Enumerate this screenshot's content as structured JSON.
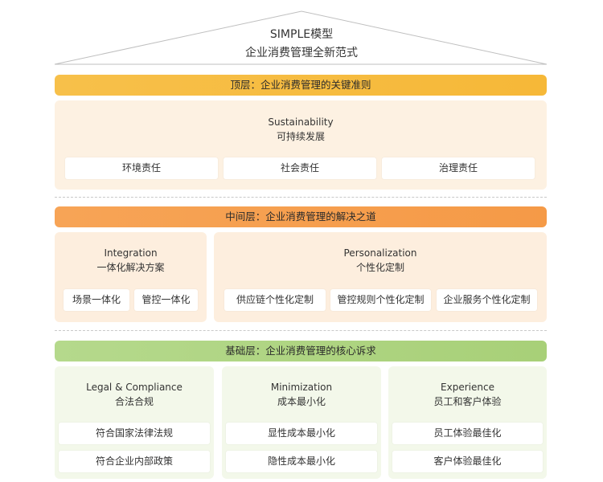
{
  "roof": {
    "title_line1": "SIMPLE模型",
    "title_line2": "企业消费管理全新范式"
  },
  "top": {
    "band": "顶层：企业消费管理的关键准则",
    "panel": {
      "title_en": "Sustainability",
      "title_zh": "可持续发展",
      "items": [
        "环境责任",
        "社会责任",
        "治理责任"
      ]
    }
  },
  "middle": {
    "band": "中间层：企业消费管理的解决之道",
    "left": {
      "title_en": "Integration",
      "title_zh": "一体化解决方案",
      "items": [
        "场景一体化",
        "管控一体化"
      ]
    },
    "right": {
      "title_en": "Personalization",
      "title_zh": "个性化定制",
      "items": [
        "供应链个性化定制",
        "管控规则个性化定制",
        "企业服务个性化定制"
      ]
    }
  },
  "bottom": {
    "band": "基础层：企业消费管理的核心诉求",
    "columns": [
      {
        "title_en": "Legal & Compliance",
        "title_zh": "合法合规",
        "items": [
          "符合国家法律法规",
          "符合企业内部政策"
        ]
      },
      {
        "title_en": "Minimization",
        "title_zh": "成本最小化",
        "items": [
          "显性成本最小化",
          "隐性成本最小化"
        ]
      },
      {
        "title_en": "Experience",
        "title_zh": "员工和客户体验",
        "items": [
          "员工体验最佳化",
          "客户体验最佳化"
        ]
      }
    ]
  },
  "colors": {
    "band_top": "#f6b838",
    "band_mid": "#f59a47",
    "band_bot": "#a8d078",
    "panel_warm": "#fdf1e2",
    "panel_green": "#f3f8ea"
  }
}
